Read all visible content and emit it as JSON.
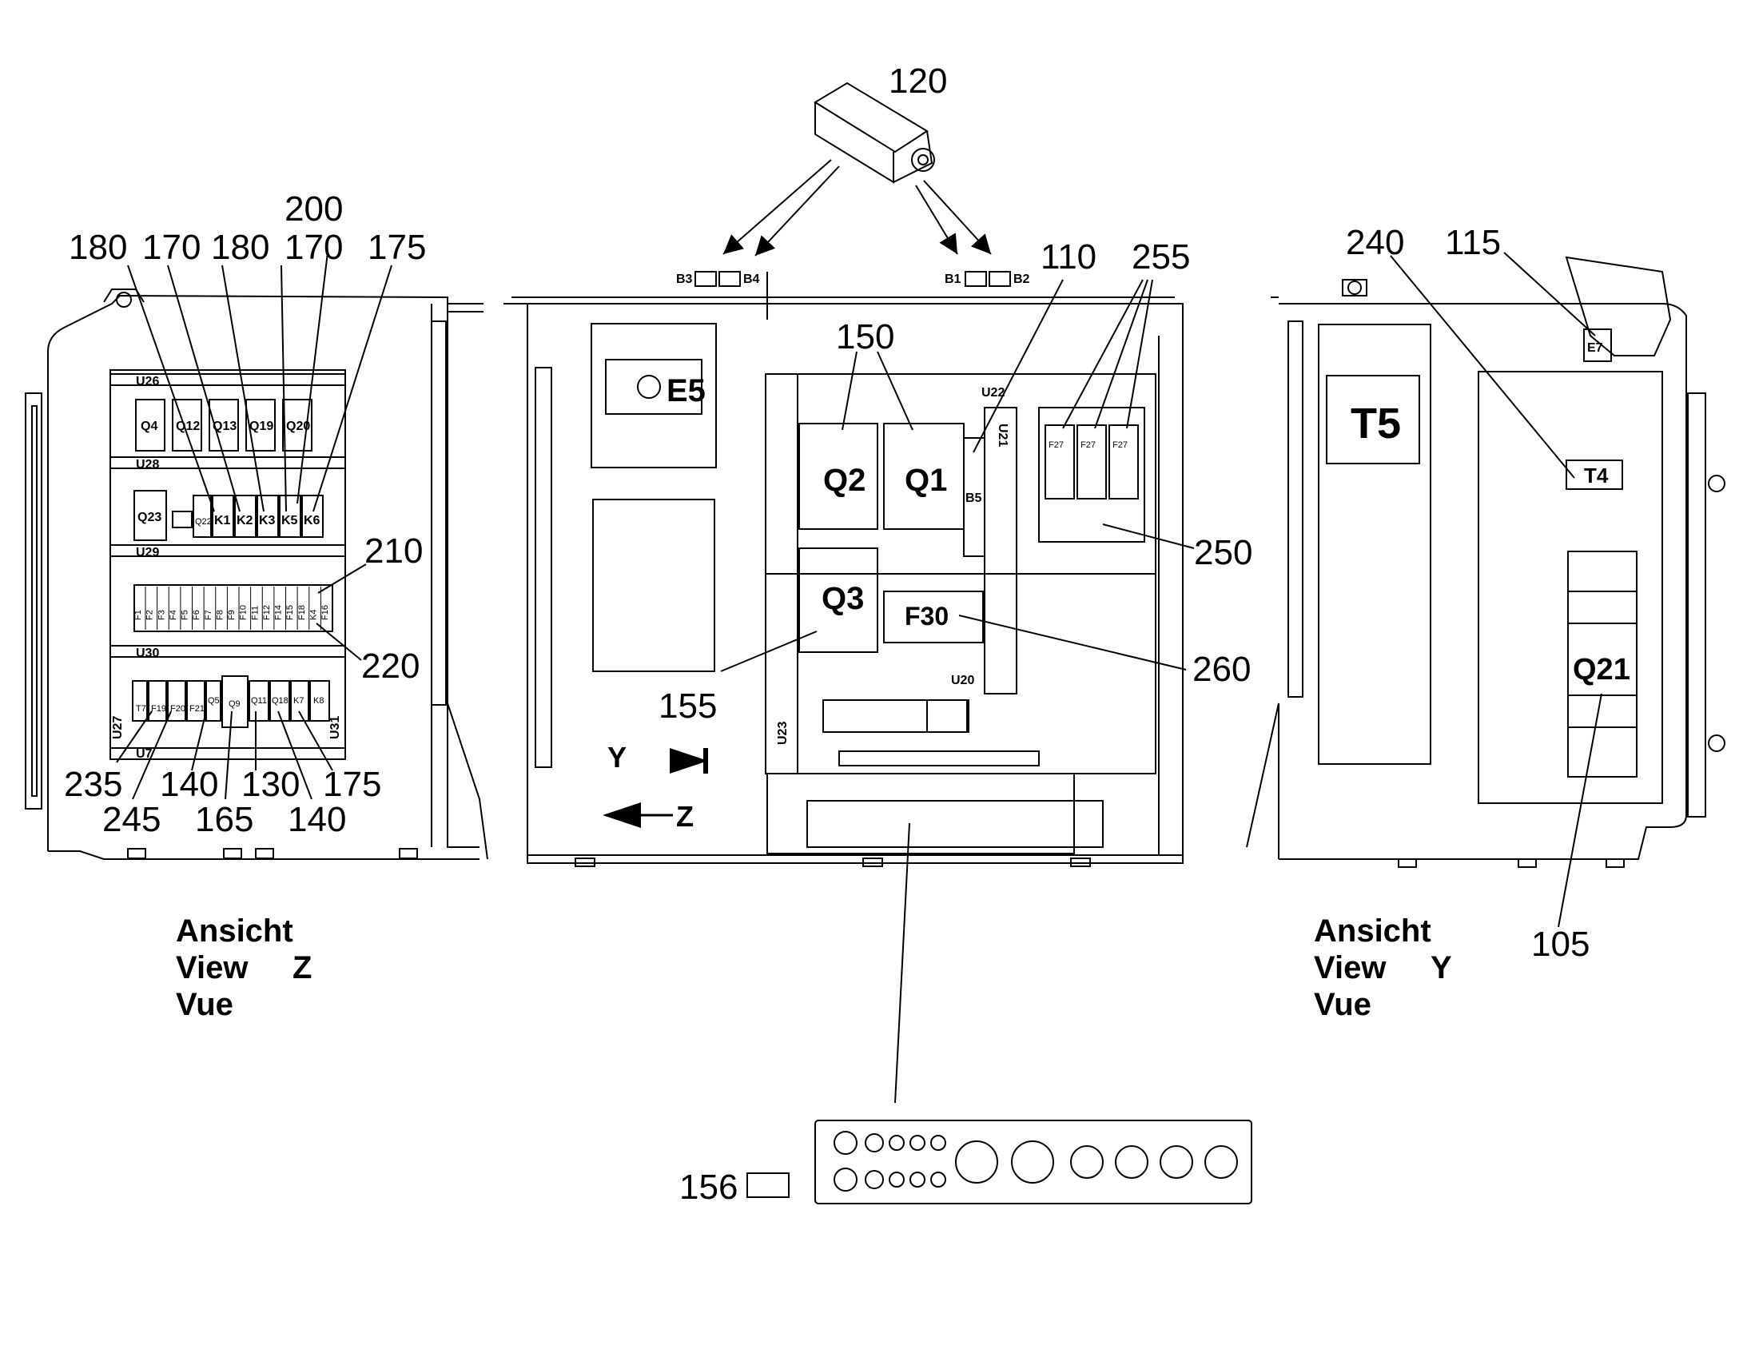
{
  "callouts": {
    "c120": "120",
    "c200": "200",
    "c180a": "180",
    "c170a": "170",
    "c180b": "180",
    "c170b": "170",
    "c175a": "175",
    "c210": "210",
    "c220": "220",
    "c235": "235",
    "c245": "245",
    "c140a": "140",
    "c165": "165",
    "c130": "130",
    "c140b": "140",
    "c175b": "175",
    "c150": "150",
    "c110": "110",
    "c255": "255",
    "c250": "250",
    "c260": "260",
    "c155": "155",
    "c240": "240",
    "c115": "115",
    "c105": "105",
    "c156": "156"
  },
  "left_panel": {
    "rails": [
      "U26",
      "U28",
      "U29",
      "U30",
      "U27",
      "U7",
      "U31"
    ],
    "row1": [
      "Q4",
      "Q12",
      "Q13",
      "Q19",
      "Q20"
    ],
    "row2": [
      "Q23",
      "Q22",
      "K1",
      "K2",
      "K3",
      "K5",
      "K6"
    ],
    "fuses": [
      "F1",
      "F2",
      "F3",
      "F4",
      "F5",
      "F6",
      "F7",
      "F8",
      "F9",
      "F10",
      "F11",
      "F12",
      "F14",
      "F15",
      "F18",
      "K4",
      "F16"
    ],
    "row4": [
      "T7",
      "F19",
      "F20",
      "F21",
      "Q5",
      "Q9",
      "Q11",
      "Q18",
      "K7",
      "K8"
    ]
  },
  "center_panel": {
    "sensors": [
      "B3",
      "B4",
      "B1",
      "B2"
    ],
    "e5": "E5",
    "q2": "Q2",
    "q1": "Q1",
    "q3": "Q3",
    "b5": "B5",
    "f30": "F30",
    "u22": "U22",
    "u21": "U21",
    "u20": "U20",
    "u23": "U23",
    "f27": [
      "F27",
      "F27",
      "F27"
    ],
    "arrow_y": "Y",
    "arrow_z": "Z"
  },
  "right_panel": {
    "t5": "T5",
    "t4": "T4",
    "e7": "E7",
    "q21": "Q21"
  },
  "views": {
    "left": {
      "l1": "Ansicht",
      "l2": "View",
      "l3": "Vue",
      "letter": "Z"
    },
    "right": {
      "l1": "Ansicht",
      "l2": "View",
      "l3": "Vue",
      "letter": "Y"
    }
  }
}
